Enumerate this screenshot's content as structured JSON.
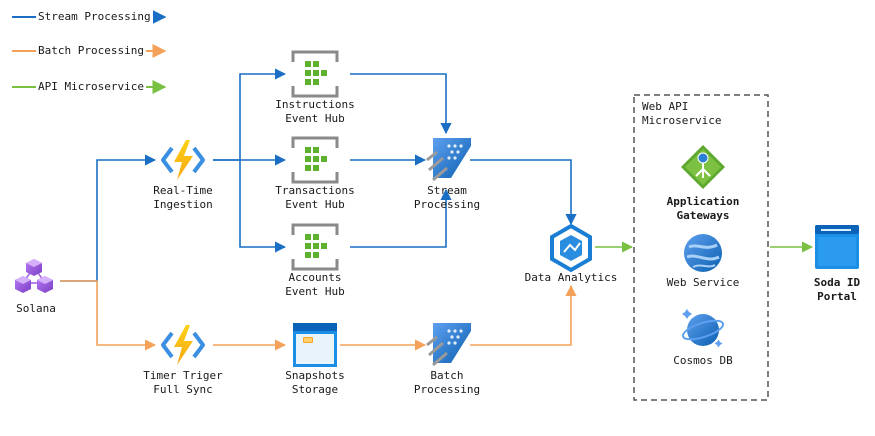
{
  "legend": [
    {
      "label": "Stream Processing",
      "color": "#1a6fc4"
    },
    {
      "label": "Batch Processing",
      "color": "#f4a259"
    },
    {
      "label": "API Microservice",
      "color": "#7ac143"
    }
  ],
  "nodes": {
    "solana": {
      "label": "Solana",
      "icon": "blockchain-cubes-icon"
    },
    "realtime_ingestion": {
      "line1": "Real-Time",
      "line2": "Ingestion",
      "icon": "azure-function-icon"
    },
    "timer_trigger": {
      "line1": "Timer Triger",
      "line2": "Full Sync",
      "icon": "azure-function-icon"
    },
    "instructions_hub": {
      "line1": "Instructions",
      "line2": "Event Hub",
      "icon": "event-hub-icon"
    },
    "transactions_hub": {
      "line1": "Transactions",
      "line2": "Event Hub",
      "icon": "event-hub-icon"
    },
    "accounts_hub": {
      "line1": "Accounts",
      "line2": "Event Hub",
      "icon": "event-hub-icon"
    },
    "snapshots_storage": {
      "line1": "Snapshots",
      "line2": "Storage",
      "icon": "storage-icon"
    },
    "stream_processing": {
      "line1": "Stream",
      "line2": "Processing",
      "icon": "stream-analytics-icon"
    },
    "batch_processing": {
      "line1": "Batch",
      "line2": "Processing",
      "icon": "stream-analytics-icon"
    },
    "data_analytics": {
      "label": "Data Analytics",
      "icon": "synapse-analytics-icon"
    },
    "app_gateways": {
      "line1": "Application",
      "line2": "Gateways",
      "icon": "application-gateway-icon"
    },
    "web_service": {
      "label": "Web Service",
      "icon": "web-app-icon"
    },
    "cosmos_db": {
      "label": "Cosmos DB",
      "icon": "cosmos-db-icon"
    },
    "soda_portal": {
      "line1": "Soda ID",
      "line2": "Portal",
      "icon": "browser-window-icon"
    }
  },
  "group": {
    "line1": "Web API",
    "line2": "Microservice"
  },
  "colors": {
    "stream": "#1a6fc4",
    "batch": "#f4a259",
    "api": "#7ac143",
    "border": "#555555"
  }
}
